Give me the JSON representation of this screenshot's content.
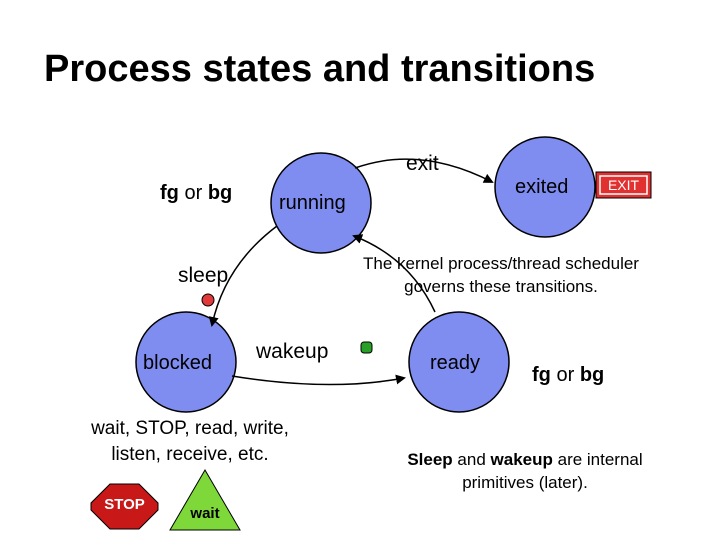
{
  "title": "Process states and transitions",
  "states": {
    "running": "running",
    "exited": "exited",
    "blocked": "blocked",
    "ready": "ready"
  },
  "transitions": {
    "exit": "exit",
    "sleep": "sleep",
    "wakeup": "wakeup",
    "fg_or_bg_top": {
      "fg": "fg",
      "or": "or",
      "bg": "bg"
    },
    "fg_or_bg_right": {
      "fg": "fg",
      "or": "or",
      "bg": "bg"
    }
  },
  "badges": {
    "exit": "EXIT",
    "stop": "STOP",
    "wait": "wait"
  },
  "notes": {
    "scheduler_line1": "The kernel process/thread scheduler",
    "scheduler_line2": "governs these transitions.",
    "sleep_calls_line1": "wait, STOP, read, write,",
    "sleep_calls_line2": "listen, receive, etc.",
    "primitives": {
      "sleep": "Sleep",
      "and": "and",
      "wakeup": "wakeup",
      "rest": "are internal",
      "line2": "primitives (later)."
    }
  },
  "colors": {
    "state_fill": "#7f8cf0",
    "exit_badge": "#e03030",
    "stop_sign": "#c81818",
    "wait_sign": "#7ed83a",
    "sleep_dot": "#e03a3a",
    "wakeup_dot": "#28a028"
  }
}
